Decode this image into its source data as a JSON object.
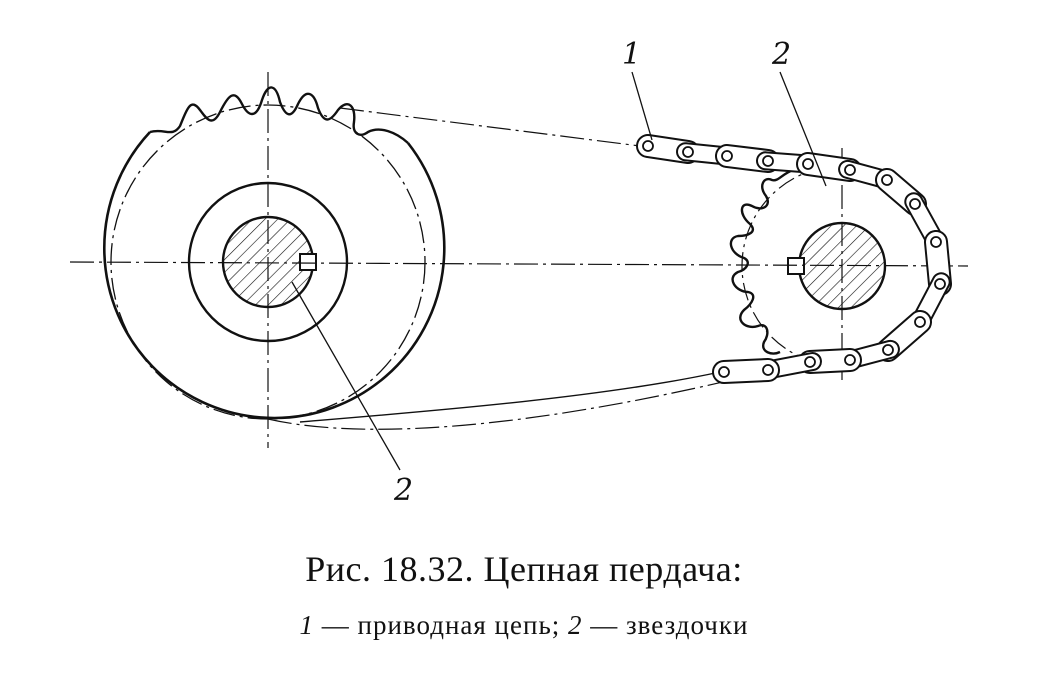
{
  "callouts": {
    "chain_top": "1",
    "sprocket_right": "2",
    "sprocket_left": "2"
  },
  "caption": {
    "title": "Рис. 18.32. Цепная пердача:",
    "legend_1_num": "1",
    "legend_1_text": " — приводная цепь; ",
    "legend_2_num": "2",
    "legend_2_text": " — звездочки"
  },
  "colors": {
    "ink": "#111111",
    "paper": "#ffffff"
  }
}
